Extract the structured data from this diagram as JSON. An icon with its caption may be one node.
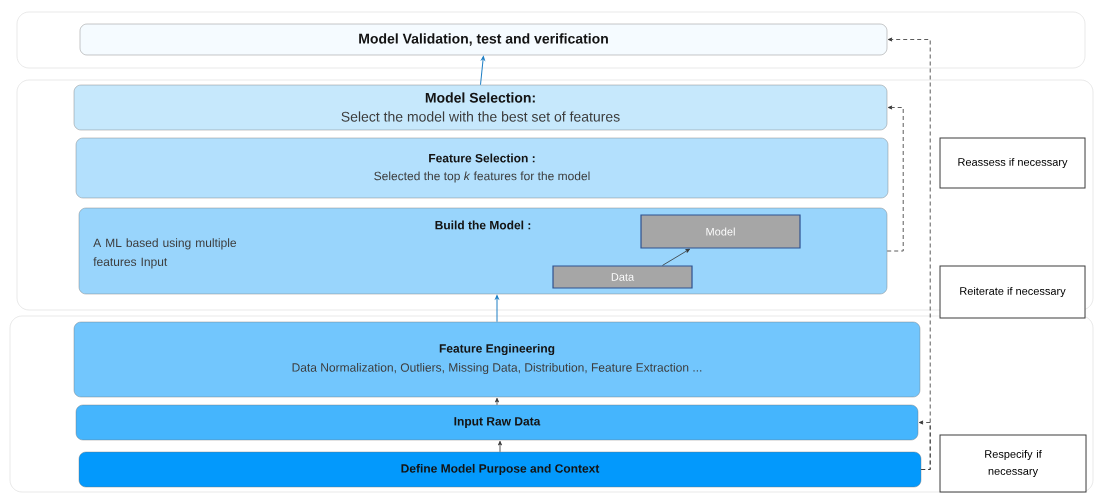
{
  "diagram": {
    "nodes": [
      {
        "text": [],
        "shape": "box"
      },
      {
        "text": [
          "Model Validation, test and verification"
        ],
        "in": 0
      },
      {
        "text": [],
        "shape": "box"
      },
      {
        "text": [
          "Model Selection:",
          "Select the model with the best set of features"
        ],
        "in": 2
      },
      {
        "text": [
          "Feature Selection :",
          "Selected the top *k* features for the model"
        ],
        "in": 2
      },
      {
        "text": [
          "Build the Model :",
          "A ML based using multiple features Input"
        ],
        "in": 2
      },
      {
        "text": [
          "Model"
        ],
        "in": 5
      },
      {
        "text": [
          "Data"
        ],
        "in": 5
      },
      {
        "text": [
          "Reassess if necessary"
        ],
        "in": 2
      },
      {
        "text": [
          "Reiterate if necessary"
        ]
      },
      {
        "text": [],
        "shape": "box"
      },
      {
        "text": [
          "Feature Engineering",
          "Data Normalization, Outliers, Missing Data, Distribution, Feature Extraction ..."
        ],
        "in": 10
      },
      {
        "text": [
          "Input Raw Data"
        ],
        "in": 10
      },
      {
        "text": [
          "Define Model Purpose and Context"
        ],
        "in": 10
      },
      {
        "text": [
          "Respecify if necessary"
        ],
        "in": 10
      }
    ],
    "edges": [
      {
        "from": 3,
        "to": 1,
        "arrow": "to",
        "color": "#1f7fc4"
      },
      {
        "from": 11,
        "to": 5,
        "arrow": "to",
        "color": "#1f7fc4"
      },
      {
        "from": 12,
        "to": 11,
        "arrow": "to"
      },
      {
        "from": 13,
        "to": 12,
        "arrow": "to"
      },
      {
        "from": 7,
        "to": 6,
        "arrow": "to"
      },
      {
        "from": 5,
        "to": 3,
        "arrow": "to",
        "style": "dashed"
      },
      {
        "from": 13,
        "to": 12,
        "arrow": "to",
        "style": "dashed"
      },
      {
        "from": 13,
        "to": 1,
        "arrow": "to",
        "style": "dashed"
      }
    ]
  }
}
